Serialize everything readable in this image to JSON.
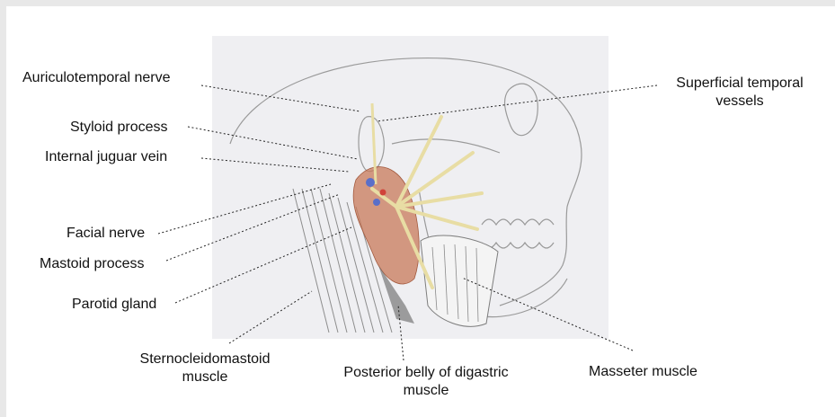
{
  "labels": {
    "auriculotemporal_nerve": "Auriculotemporal nerve",
    "styloid_process": "Styloid process",
    "internal_jugular_vein": "Internal juguar vein",
    "facial_nerve": "Facial nerve",
    "mastoid_process": "Mastoid process",
    "parotid_gland": "Parotid gland",
    "superficial_temporal_vessels_line1": "Superficial temporal",
    "superficial_temporal_vessels_line2": "vessels",
    "sternocleidomastoid_muscle_line1": "Sternocleidomastoid",
    "sternocleidomastoid_muscle_line2": "muscle",
    "posterior_belly_digastric_line1": "Posterior belly of digastric",
    "posterior_belly_digastric_line2": "muscle",
    "masseter_muscle": "Masseter muscle"
  },
  "colors": {
    "background": "#e8e8e8",
    "figure": "#ffffff",
    "drawing_paper": "#efeff2",
    "parotid": "#c8795a",
    "nerve": "#ece4b0",
    "vein": "#5a6fc9",
    "artery": "#d0443a",
    "pencil": "#8a8a8a"
  }
}
